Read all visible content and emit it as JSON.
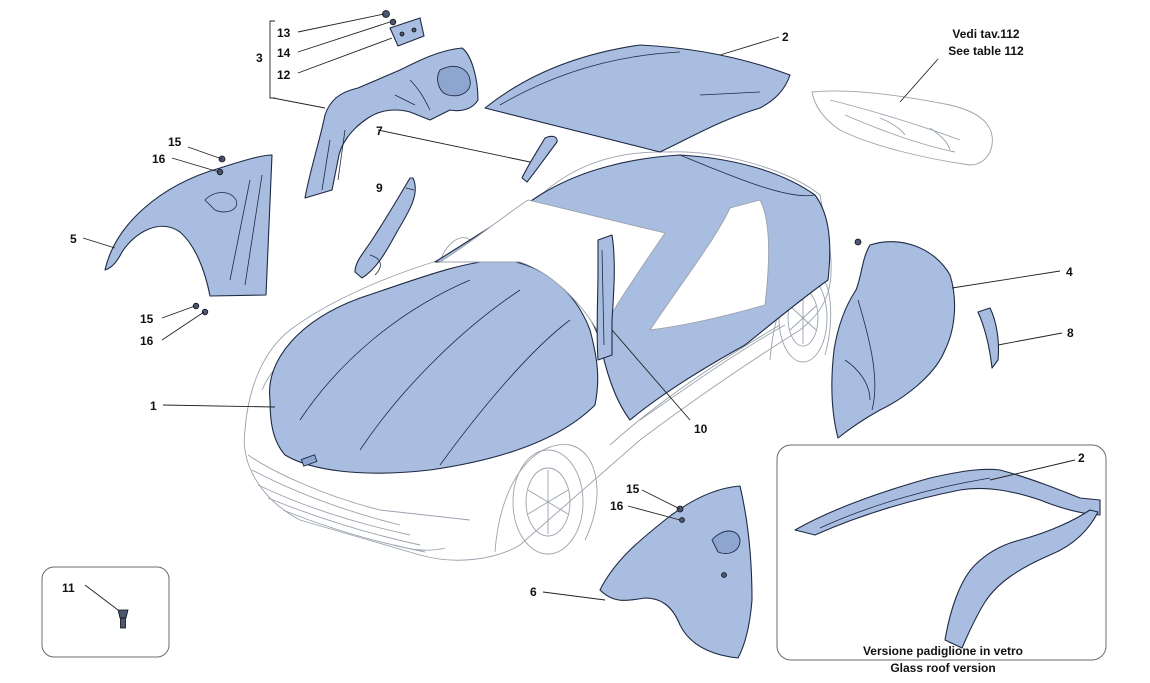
{
  "callouts": {
    "c1": "1",
    "c2": "2",
    "c2b": "2",
    "c3": "3",
    "c4": "4",
    "c5": "5",
    "c6": "6",
    "c7": "7",
    "c8": "8",
    "c9": "9",
    "c10": "10",
    "c11": "11",
    "c12": "12",
    "c13": "13",
    "c14": "14",
    "c15a": "15",
    "c15b": "15",
    "c15c": "15",
    "c16a": "16",
    "c16b": "16",
    "c16c": "16"
  },
  "notes": {
    "vedi": "Vedi tav.112",
    "see": "See table 112",
    "glass_it": "Versione padiglione in vetro",
    "glass_en": "Glass roof version"
  },
  "colors": {
    "part_fill": "#a9bde0",
    "part_stroke": "#1e2a44",
    "ghost_stroke": "#9aa2ad"
  }
}
